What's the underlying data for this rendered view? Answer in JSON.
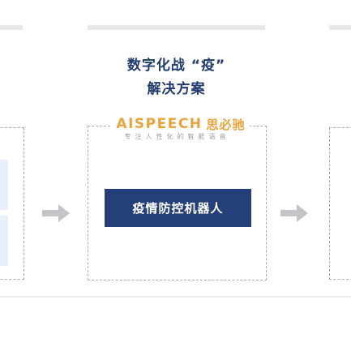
{
  "heading": {
    "line1": "数字化战 “疫”",
    "line2": "解决方案"
  },
  "brand": {
    "logo": "AISPEECH",
    "name_cn": "思必驰",
    "tagline": "专注人性化的智能语音"
  },
  "center_box": {
    "button_label": "疫情防控机器人"
  },
  "colors": {
    "navy": "#243f79",
    "heading": "#1f3a6e",
    "brand_orange": "#e8a33c",
    "arrow_gray": "#c4c4c8"
  }
}
